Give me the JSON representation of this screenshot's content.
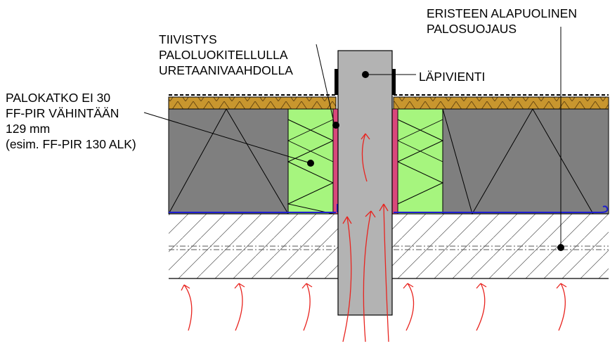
{
  "labels": {
    "eristeen_line1": "ERISTEEN ALAPUOLINEN",
    "eristeen_line2": "PALOSUOJAUS",
    "tiivistys_line1": "TIIVISTYS",
    "tiivistys_line2": "PALOLUOKITELLULLA",
    "tiivistys_line3": "URETAANIVAAHDOLLA",
    "palokatko_line1": "PALOKATKO EI 30",
    "palokatko_line2": "FF-PIR VÄHINTÄÄN",
    "palokatko_line3": "129 mm",
    "palokatko_line4": "(esim. FF-PIR 130 ALK)",
    "lapivienti": "LÄPIVIENTI"
  },
  "colors": {
    "insulation_grey": "#7f7f7f",
    "firestop_green": "#a6f57e",
    "sealant_pink": "#d9487b",
    "pipe_grey": "#b3b3b3",
    "wood_board": "#c8962e",
    "vapour_barrier_blue": "#1f1fd0",
    "heat_arrow_red": "#e8241f"
  }
}
